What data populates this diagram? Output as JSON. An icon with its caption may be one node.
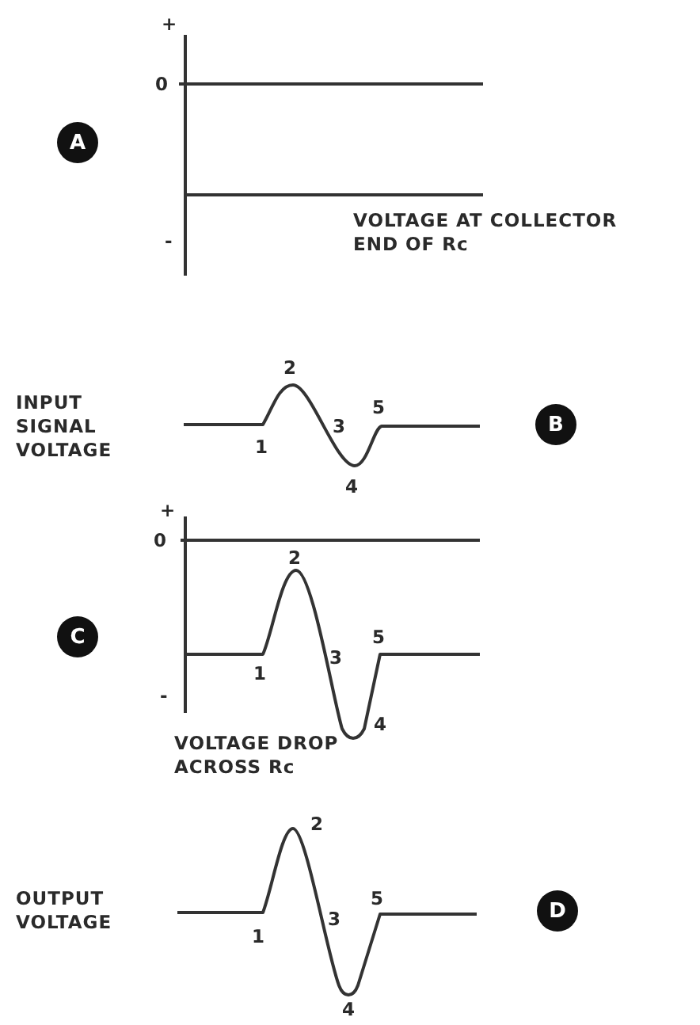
{
  "diagram": {
    "nodes": [
      {
        "text": [
          "A"
        ]
      },
      {
        "text": [
          "B"
        ]
      },
      {
        "text": [
          "C"
        ]
      },
      {
        "text": [
          "D"
        ]
      }
    ],
    "labels": [
      "+",
      "0",
      "-",
      "VOLTAGE AT COLLECTOR END OF Rc",
      "2",
      "INPUT SIGNAL VOLTAGE",
      "5",
      "3",
      "1",
      "4",
      "+",
      "0",
      "2",
      "5",
      "3",
      "1",
      "-",
      "4",
      "VOLTAGE DROP ACROSS Rc",
      "2",
      "OUTPUT VOLTAGE",
      "5",
      "3",
      "1",
      "4"
    ]
  }
}
